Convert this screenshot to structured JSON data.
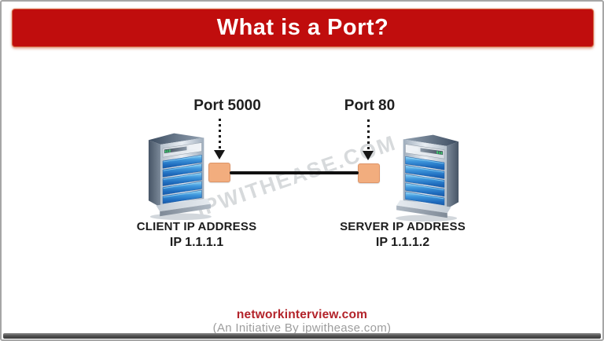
{
  "header": {
    "title": "What is a Port?",
    "banner_color": "#c00d0d",
    "banner_edge_color": "#d4643f",
    "title_color": "#ffffff"
  },
  "diagram": {
    "watermark": "IPWITHEASE.COM",
    "watermark_color": "#c9cdd1",
    "port_color": "#f2ad7e",
    "port_border_color": "#dd9468",
    "connection_color": "#111111",
    "client": {
      "port_label": "Port 5000",
      "name_label": "CLIENT IP ADDRESS",
      "ip_label": "IP 1.1.1.1"
    },
    "server": {
      "port_label": "Port 80",
      "name_label": "SERVER IP ADDRESS",
      "ip_label": "IP 1.1.1.2"
    }
  },
  "footer": {
    "site": "networkinterview.com",
    "site_color": "#b3232a",
    "tagline": "(An Initiative By ipwithease.com)",
    "tagline_color": "#9d9d9d"
  }
}
